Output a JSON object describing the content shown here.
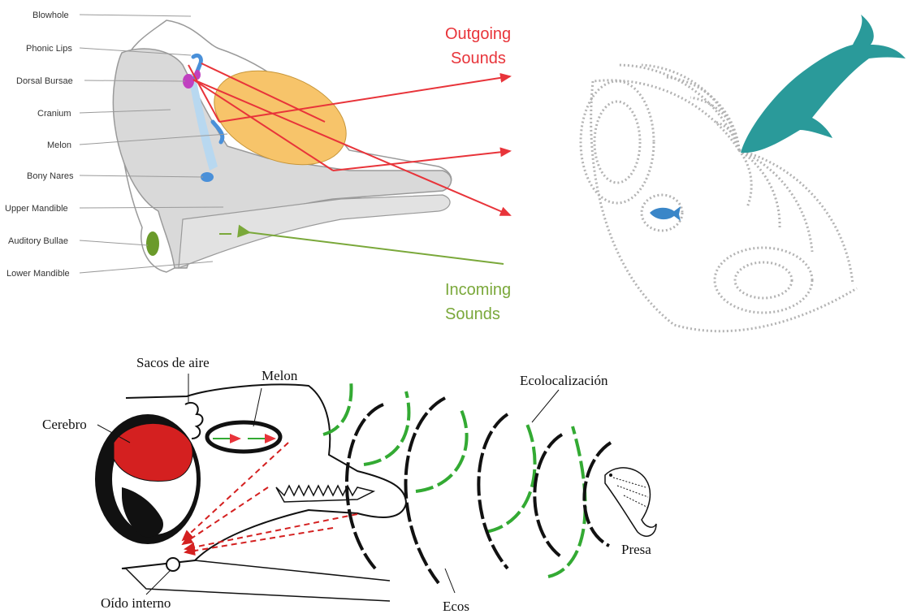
{
  "anatomy": {
    "labels": {
      "blowhole": "Blowhole",
      "phonic_lips": "Phonic Lips",
      "dorsal_bursae": "Dorsal Bursae",
      "cranium": "Cranium",
      "melon": "Melon",
      "bony_nares": "Bony Nares",
      "upper_mandible": "Upper Mandible",
      "auditory_bullae": "Auditory Bullae",
      "lower_mandible": "Lower Mandible"
    },
    "outgoing_line1": "Outgoing",
    "outgoing_line2": "Sounds",
    "incoming_line1": "Incoming",
    "incoming_line2": "Sounds",
    "colors": {
      "outgoing": "#e8343a",
      "incoming": "#7aa83a",
      "melon": "#f7c46a",
      "skull": "#d9d9d9",
      "air_sacs": "#4a90d9",
      "bursae": "#c040c0",
      "bullae": "#6a9a2a"
    }
  },
  "echolocation_spanish": {
    "labels": {
      "sacos_de_aire": "Sacos de aire",
      "melon": "Melon",
      "cerebro": "Cerebro",
      "ecolocalizacion": "Ecolocalización",
      "presa": "Presa",
      "oido_interno": "Oído interno",
      "ecos": "Ecos"
    },
    "colors": {
      "brain": "#d42020",
      "arrows": "#d42020",
      "emitted_waves": "#33aa33",
      "echoes": "#111111"
    }
  },
  "sonar_picture": {
    "colors": {
      "whale": "#2a9a9a",
      "fish": "#3a86c8",
      "waves": "#8a8a8a"
    }
  }
}
